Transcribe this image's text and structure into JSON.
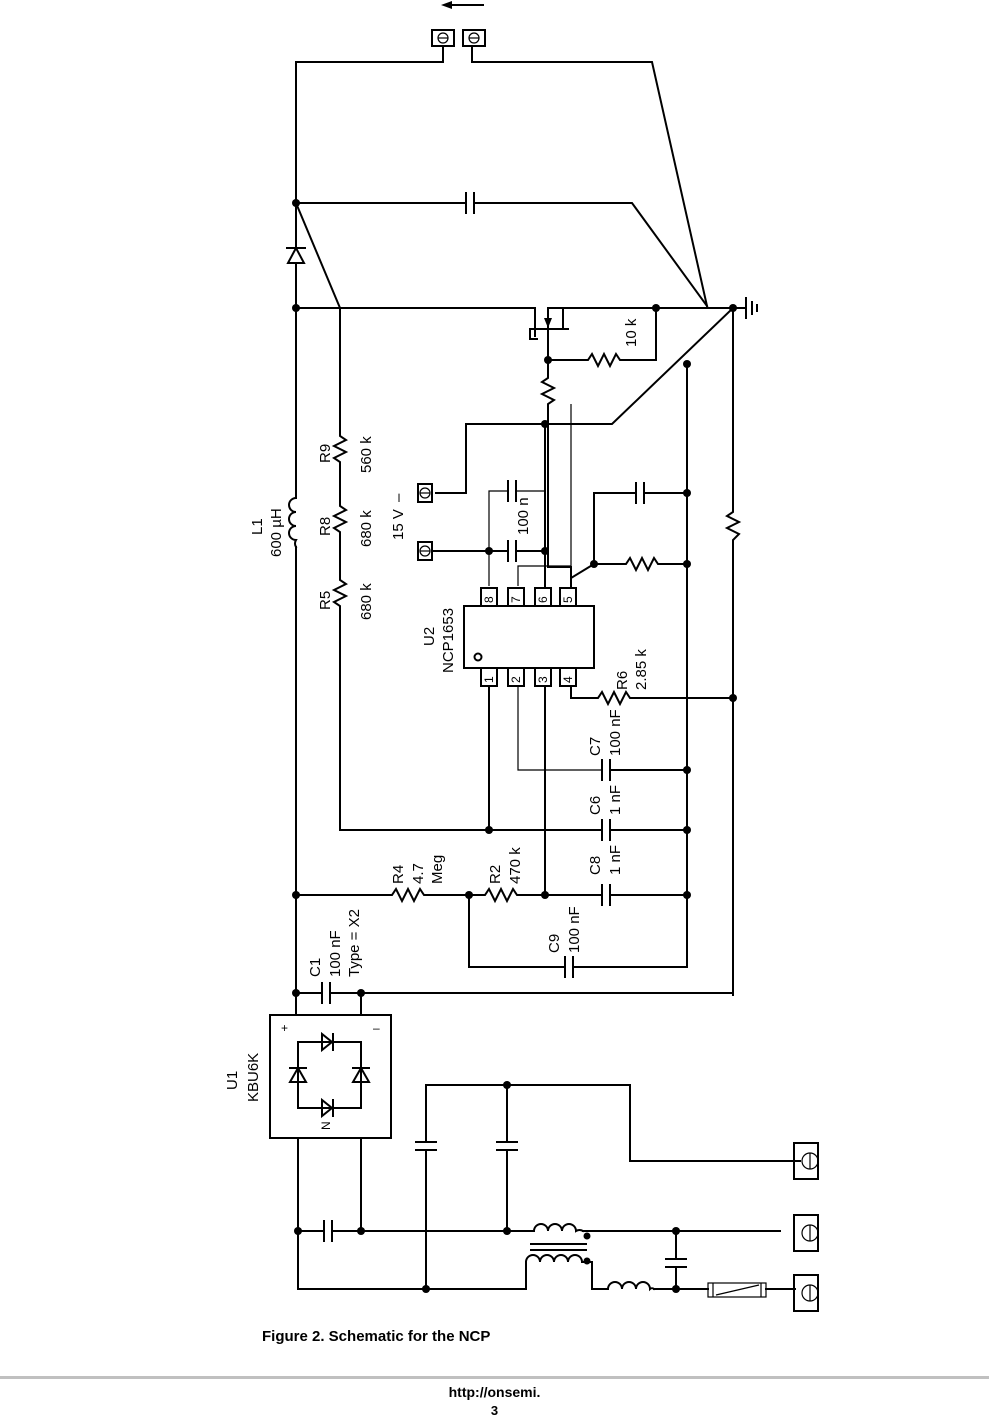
{
  "figure": {
    "caption": "Figure 2. Schematic for the NCP",
    "footer_url": "http://onsemi.",
    "page_number": "3"
  },
  "components": {
    "L1": {
      "ref": "L1",
      "value": "600 µH"
    },
    "R9": {
      "ref": "R9",
      "value": "560 k"
    },
    "R8": {
      "ref": "R8",
      "value": "680 k"
    },
    "R5": {
      "ref": "R5",
      "value": "680 k"
    },
    "R10k": {
      "value": "10 k"
    },
    "U2": {
      "ref": "U2",
      "part": "NCP1653",
      "pins": [
        "1",
        "2",
        "3",
        "4",
        "5",
        "6",
        "7",
        "8"
      ]
    },
    "R6": {
      "ref": "R6",
      "value": "2.85 k"
    },
    "C7": {
      "ref": "C7",
      "value": "100 nF"
    },
    "C6": {
      "ref": "C6",
      "value": "1 nF"
    },
    "C8": {
      "ref": "C8",
      "value": "1 nF"
    },
    "C9": {
      "ref": "C9",
      "value": "100 nF"
    },
    "R4": {
      "ref": "R4",
      "value1": "4.7",
      "value2": "Meg"
    },
    "R2": {
      "ref": "R2",
      "value": "470 k"
    },
    "C1": {
      "ref": "C1",
      "value": "100 nF",
      "type": "Type = X2"
    },
    "C100n": {
      "value": "100 n"
    },
    "supply": {
      "label": "15 V",
      "minus": "–"
    },
    "U1": {
      "ref": "U1",
      "part": "KBU6K",
      "plus": "+",
      "minus": "–",
      "n": "N"
    }
  }
}
